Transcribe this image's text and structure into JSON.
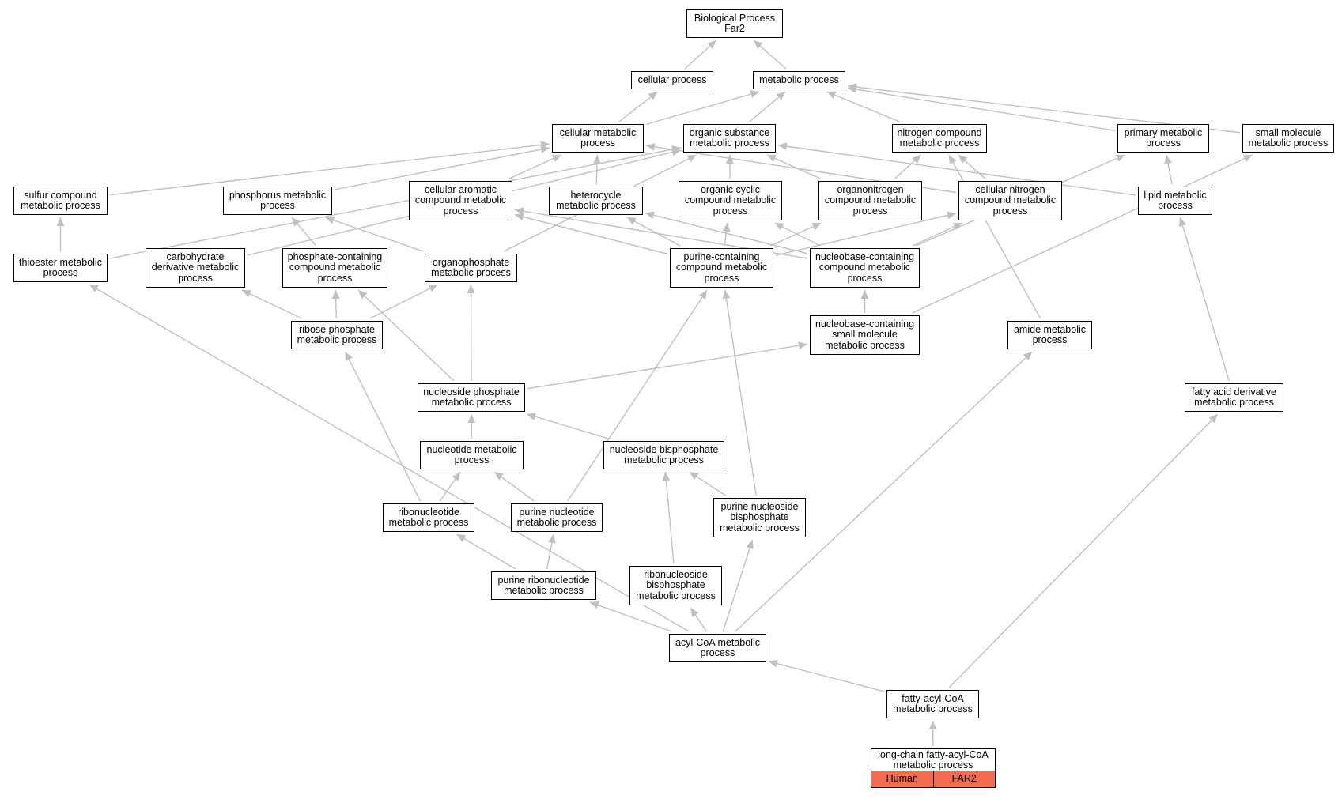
{
  "colors": {
    "edge": "#c0c0c0",
    "node_border": "#000000",
    "highlight": "#f36b50"
  },
  "nodes": [
    {
      "id": "root",
      "lines": [
        "Biological Process",
        "Far2"
      ]
    },
    {
      "id": "cellular_process",
      "lines": [
        "cellular process"
      ]
    },
    {
      "id": "metabolic_process",
      "lines": [
        "metabolic process"
      ]
    },
    {
      "id": "cellular_metabolic",
      "lines": [
        "cellular metabolic",
        "process"
      ]
    },
    {
      "id": "organic_substance",
      "lines": [
        "organic substance",
        "metabolic process"
      ]
    },
    {
      "id": "nitrogen_compound",
      "lines": [
        "nitrogen compound",
        "metabolic process"
      ]
    },
    {
      "id": "primary_metabolic",
      "lines": [
        "primary metabolic",
        "process"
      ]
    },
    {
      "id": "small_molecule",
      "lines": [
        "small molecule",
        "metabolic process"
      ]
    },
    {
      "id": "sulfur_compound",
      "lines": [
        "sulfur compound",
        "metabolic process"
      ]
    },
    {
      "id": "phosphorus_metabolic",
      "lines": [
        "phosphorus metabolic",
        "process"
      ]
    },
    {
      "id": "cellular_aromatic",
      "lines": [
        "cellular aromatic",
        "compound metabolic",
        "process"
      ]
    },
    {
      "id": "heterocycle",
      "lines": [
        "heterocycle",
        "metabolic process"
      ]
    },
    {
      "id": "organic_cyclic",
      "lines": [
        "organic cyclic",
        "compound metabolic",
        "process"
      ]
    },
    {
      "id": "organonitrogen",
      "lines": [
        "organonitrogen",
        "compound metabolic",
        "process"
      ]
    },
    {
      "id": "cellular_nitrogen",
      "lines": [
        "cellular nitrogen",
        "compound metabolic",
        "process"
      ]
    },
    {
      "id": "lipid_metabolic",
      "lines": [
        "lipid metabolic",
        "process"
      ]
    },
    {
      "id": "thioester",
      "lines": [
        "thioester metabolic",
        "process"
      ]
    },
    {
      "id": "carbohydrate_derivative",
      "lines": [
        "carbohydrate",
        "derivative metabolic",
        "process"
      ]
    },
    {
      "id": "phosphate_containing",
      "lines": [
        "phosphate-containing",
        "compound metabolic",
        "process"
      ]
    },
    {
      "id": "organophosphate",
      "lines": [
        "organophosphate",
        "metabolic process"
      ]
    },
    {
      "id": "purine_containing",
      "lines": [
        "purine-containing",
        "compound metabolic",
        "process"
      ]
    },
    {
      "id": "nucleobase_containing",
      "lines": [
        "nucleobase-containing",
        "compound metabolic",
        "process"
      ]
    },
    {
      "id": "ribose_phosphate",
      "lines": [
        "ribose phosphate",
        "metabolic process"
      ]
    },
    {
      "id": "nucleobase_small",
      "lines": [
        "nucleobase-containing",
        "small molecule",
        "metabolic process"
      ]
    },
    {
      "id": "amide_metabolic",
      "lines": [
        "amide metabolic",
        "process"
      ]
    },
    {
      "id": "nucleoside_phosphate",
      "lines": [
        "nucleoside phosphate",
        "metabolic process"
      ]
    },
    {
      "id": "fatty_acid_derivative",
      "lines": [
        "fatty acid derivative",
        "metabolic process"
      ]
    },
    {
      "id": "nucleotide_metabolic",
      "lines": [
        "nucleotide metabolic",
        "process"
      ]
    },
    {
      "id": "nucleoside_bisphosphate",
      "lines": [
        "nucleoside bisphosphate",
        "metabolic process"
      ]
    },
    {
      "id": "ribonucleotide",
      "lines": [
        "ribonucleotide",
        "metabolic process"
      ]
    },
    {
      "id": "purine_nucleotide",
      "lines": [
        "purine nucleotide",
        "metabolic process"
      ]
    },
    {
      "id": "purine_nucleoside_bis",
      "lines": [
        "purine nucleoside",
        "bisphosphate",
        "metabolic process"
      ]
    },
    {
      "id": "purine_ribonucleotide",
      "lines": [
        "purine ribonucleotide",
        "metabolic process"
      ]
    },
    {
      "id": "ribonucleoside_bis",
      "lines": [
        "ribonucleoside",
        "bisphosphate",
        "metabolic process"
      ]
    },
    {
      "id": "acyl_coa",
      "lines": [
        "acyl-CoA metabolic",
        "process"
      ]
    },
    {
      "id": "fatty_acyl_coa",
      "lines": [
        "fatty-acyl-CoA",
        "metabolic process"
      ]
    },
    {
      "id": "long_chain",
      "lines": [
        "long-chain fatty-acyl-CoA",
        "metabolic process"
      ]
    }
  ],
  "legend": {
    "organism": "Human",
    "gene": "FAR2"
  },
  "edges": [
    [
      "cellular_process",
      "root"
    ],
    [
      "metabolic_process",
      "root"
    ],
    [
      "cellular_metabolic",
      "cellular_process"
    ],
    [
      "cellular_metabolic",
      "metabolic_process"
    ],
    [
      "organic_substance",
      "metabolic_process"
    ],
    [
      "nitrogen_compound",
      "metabolic_process"
    ],
    [
      "primary_metabolic",
      "metabolic_process"
    ],
    [
      "small_molecule",
      "metabolic_process"
    ],
    [
      "sulfur_compound",
      "cellular_metabolic"
    ],
    [
      "phosphorus_metabolic",
      "cellular_metabolic"
    ],
    [
      "cellular_aromatic",
      "cellular_metabolic"
    ],
    [
      "heterocycle",
      "cellular_metabolic"
    ],
    [
      "cellular_nitrogen",
      "cellular_metabolic"
    ],
    [
      "organic_cyclic",
      "organic_substance"
    ],
    [
      "organonitrogen",
      "organic_substance"
    ],
    [
      "lipid_metabolic",
      "organic_substance"
    ],
    [
      "organonitrogen",
      "nitrogen_compound"
    ],
    [
      "cellular_nitrogen",
      "nitrogen_compound"
    ],
    [
      "amide_metabolic",
      "nitrogen_compound"
    ],
    [
      "lipid_metabolic",
      "primary_metabolic"
    ],
    [
      "nucleobase_containing",
      "primary_metabolic"
    ],
    [
      "thioester",
      "sulfur_compound"
    ],
    [
      "thioester",
      "organic_substance"
    ],
    [
      "carbohydrate_derivative",
      "organic_substance"
    ],
    [
      "organophosphate",
      "organic_substance"
    ],
    [
      "phosphate_containing",
      "phosphorus_metabolic"
    ],
    [
      "organophosphate",
      "phosphorus_metabolic"
    ],
    [
      "purine_containing",
      "cellular_aromatic"
    ],
    [
      "purine_containing",
      "heterocycle"
    ],
    [
      "purine_containing",
      "organic_cyclic"
    ],
    [
      "purine_containing",
      "organonitrogen"
    ],
    [
      "purine_containing",
      "cellular_nitrogen"
    ],
    [
      "nucleobase_containing",
      "cellular_aromatic"
    ],
    [
      "nucleobase_containing",
      "heterocycle"
    ],
    [
      "nucleobase_containing",
      "organic_cyclic"
    ],
    [
      "nucleobase_containing",
      "cellular_nitrogen"
    ],
    [
      "ribose_phosphate",
      "carbohydrate_derivative"
    ],
    [
      "ribose_phosphate",
      "phosphate_containing"
    ],
    [
      "ribose_phosphate",
      "organophosphate"
    ],
    [
      "nucleobase_small",
      "nucleobase_containing"
    ],
    [
      "nucleobase_small",
      "small_molecule"
    ],
    [
      "nucleoside_phosphate",
      "phosphate_containing"
    ],
    [
      "nucleoside_phosphate",
      "organophosphate"
    ],
    [
      "nucleoside_phosphate",
      "nucleobase_small"
    ],
    [
      "nucleotide_metabolic",
      "nucleoside_phosphate"
    ],
    [
      "nucleoside_bisphosphate",
      "nucleoside_phosphate"
    ],
    [
      "ribonucleotide",
      "nucleotide_metabolic"
    ],
    [
      "ribonucleotide",
      "ribose_phosphate"
    ],
    [
      "purine_nucleotide",
      "nucleotide_metabolic"
    ],
    [
      "purine_nucleotide",
      "purine_containing"
    ],
    [
      "purine_nucleoside_bis",
      "nucleoside_bisphosphate"
    ],
    [
      "purine_nucleoside_bis",
      "purine_containing"
    ],
    [
      "purine_ribonucleotide",
      "ribonucleotide"
    ],
    [
      "purine_ribonucleotide",
      "purine_nucleotide"
    ],
    [
      "ribonucleoside_bis",
      "nucleoside_bisphosphate"
    ],
    [
      "acyl_coa",
      "purine_ribonucleotide"
    ],
    [
      "acyl_coa",
      "ribonucleoside_bis"
    ],
    [
      "acyl_coa",
      "purine_nucleoside_bis"
    ],
    [
      "acyl_coa",
      "thioester"
    ],
    [
      "acyl_coa",
      "amide_metabolic"
    ],
    [
      "fatty_acyl_coa",
      "acyl_coa"
    ],
    [
      "fatty_acyl_coa",
      "fatty_acid_derivative"
    ],
    [
      "fatty_acid_derivative",
      "lipid_metabolic"
    ],
    [
      "long_chain",
      "fatty_acyl_coa"
    ]
  ]
}
